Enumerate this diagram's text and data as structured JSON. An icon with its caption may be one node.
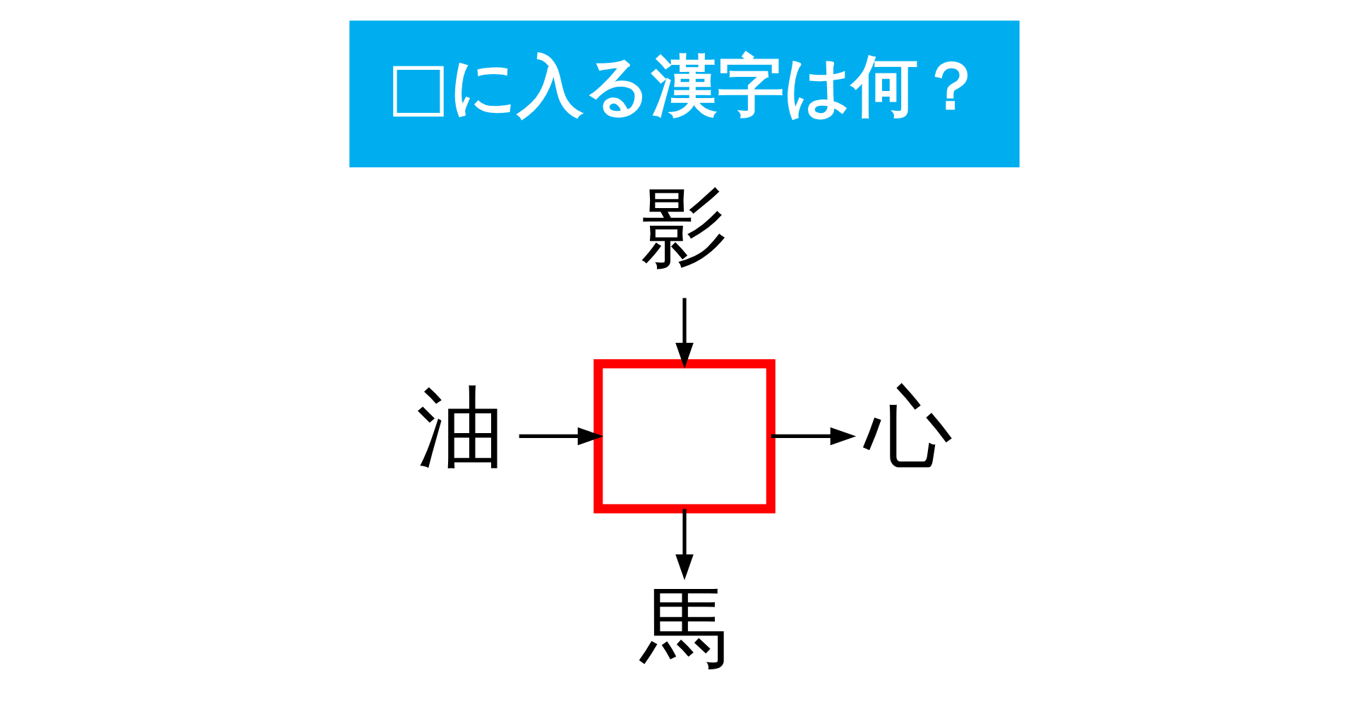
{
  "diagram": {
    "title": "□に入る漢字は何？",
    "nodes": [
      {
        "text": [
          "影"
        ]
      },
      {
        "text": [
          "油"
        ]
      },
      {
        "text": [],
        "shape": "box"
      },
      {
        "text": [
          "心"
        ]
      },
      {
        "text": [
          "馬"
        ]
      }
    ],
    "edges": [
      {
        "from": 0,
        "to": 2,
        "arrow": "to"
      },
      {
        "from": 1,
        "to": 2,
        "arrow": "to"
      },
      {
        "from": 2,
        "to": 3,
        "arrow": "to"
      },
      {
        "from": 2,
        "to": 4,
        "arrow": "to"
      }
    ]
  }
}
